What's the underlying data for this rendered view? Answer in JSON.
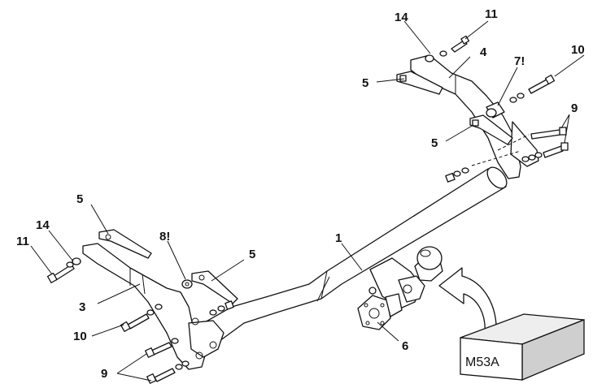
{
  "callouts": {
    "c1": "1",
    "c3": "3",
    "c4": "4",
    "c5a": "5",
    "c5b": "5",
    "c5c": "5",
    "c5d": "5",
    "c6": "6",
    "c7": "7!",
    "c8": "8!",
    "c9a": "9",
    "c9b": "9",
    "c10a": "10",
    "c10b": "10",
    "c11a": "11",
    "c11b": "11",
    "c14a": "14",
    "c14b": "14"
  },
  "model_box": {
    "label": "M53A"
  },
  "colors": {
    "line": "#111111",
    "fill": "#ffffff",
    "box_top": "#eeeeee",
    "box_side": "#cfcfcf"
  }
}
